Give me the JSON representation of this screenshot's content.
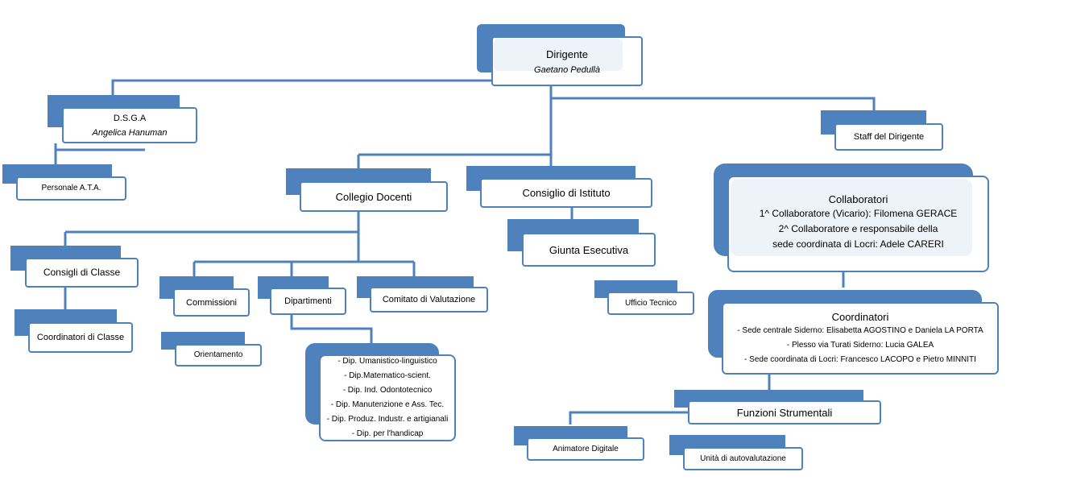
{
  "dirigente": {
    "title": "Dirigente",
    "name": "Gaetano Pedullà"
  },
  "dsga": {
    "title": "D.S.G.A",
    "name": "Angelica Hanuman"
  },
  "personale_ata": "Personale A.T.A.",
  "staff": "Staff del Dirigente",
  "collegio": "Collegio Docenti",
  "consiglio_istituto": "Consiglio di Istituto",
  "giunta": "Giunta Esecutiva",
  "collaboratori": {
    "title": "Collaboratori",
    "lines": [
      "1^ Collaboratore (Vicario): Filomena GERACE",
      "2^ Collaboratore e responsabile della",
      "sede coordinata di Locri: Adele CARERI"
    ]
  },
  "consigli_classe": "Consigli di Classe",
  "coordinatori_classe": "Coordinatori di Classe",
  "commissioni": "Commissioni",
  "orientamento": "Orientamento",
  "dipartimenti": {
    "title": "Dipartimenti",
    "items": [
      "- Dip. Umanistico-linguistico",
      "- Dip.Matematico-scient.",
      "- Dip. Ind. Odontotecnico",
      "- Dip. Manutenzione e Ass. Tec.",
      "- Dip. Produz. Industr. e artigianali",
      "- Dip. per l'handicap"
    ]
  },
  "comitato": "Comitato di Valutazione",
  "ufficio_tecnico": "Ufficio Tecnico",
  "coordinatori": {
    "title": "Coordinatori",
    "lines": [
      "- Sede centrale Siderno: Elisabetta AGOSTINO e Daniela LA PORTA",
      "- Plesso via Turati Siderno: Lucia GALEA",
      "- Sede coordinata di Locri: Francesco LACOPO e Pietro MINNITI"
    ]
  },
  "funzioni": "Funzioni Strumentali",
  "animatore": "Animatore Digitale",
  "autovalutazione": "Unità di autovalutazione",
  "colors": {
    "accent": "#4f81bd",
    "panel": "#eef2f9"
  }
}
